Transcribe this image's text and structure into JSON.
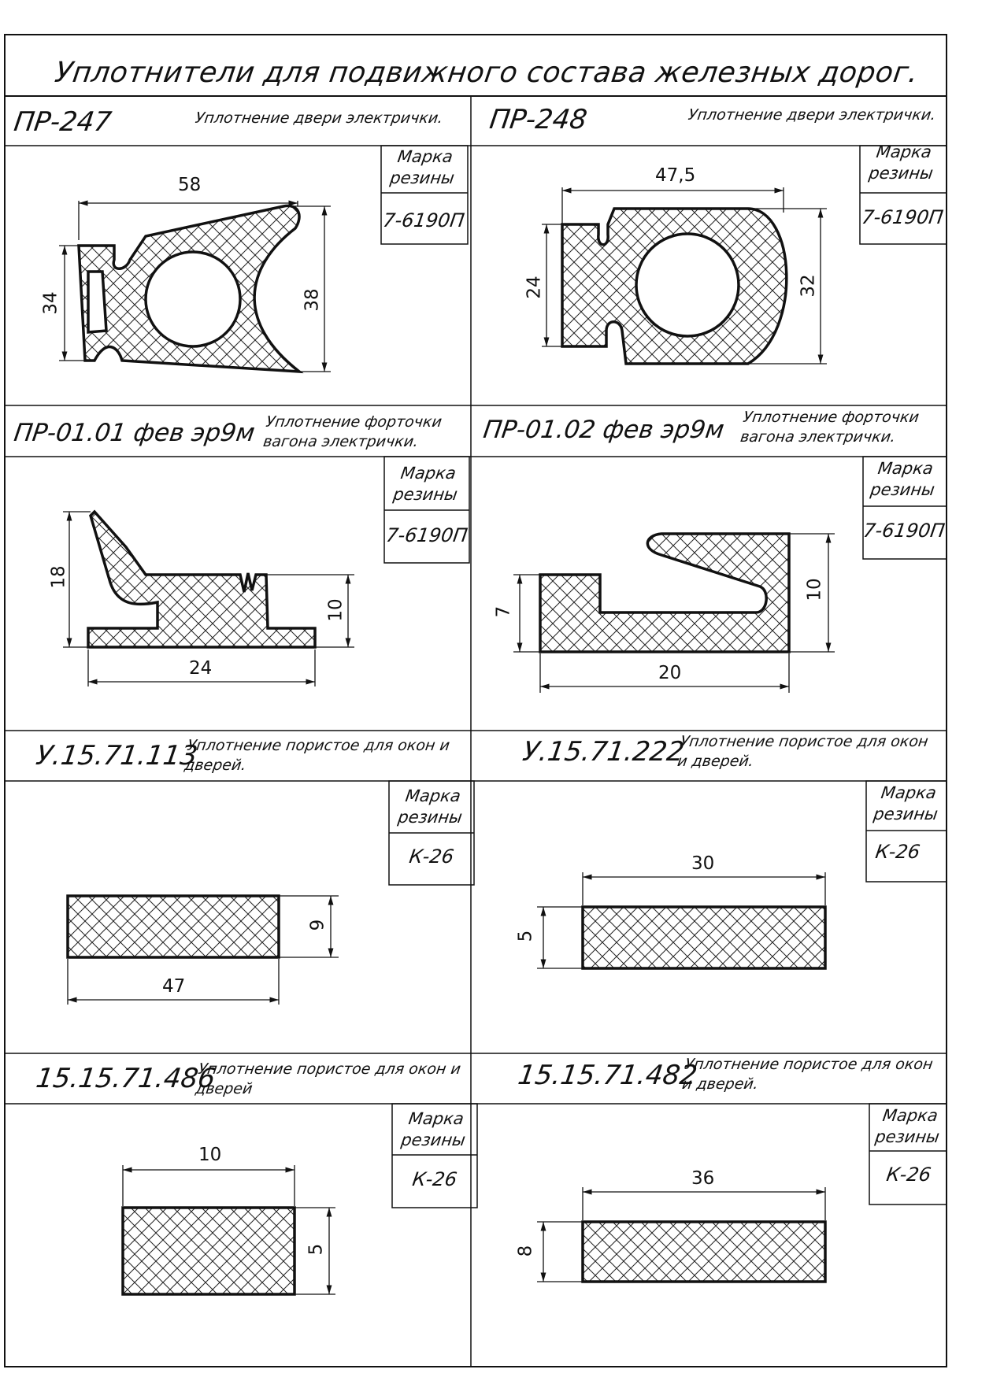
{
  "title": "Уплотнители для подвижного состава железных дорог.",
  "colors": {
    "ink": "#111111",
    "paper": "#ffffff",
    "hatch": "#222222"
  },
  "mark_label": [
    "Марка",
    "резины"
  ],
  "items": [
    {
      "code": "ПР-247",
      "description": "Уплотнение двери электрички.",
      "grade": "7-6190П",
      "dims": [
        "58",
        "34",
        "38"
      ]
    },
    {
      "code": "ПР-248",
      "description": "Уплотнение двери электрички.",
      "grade": "7-6190П",
      "dims": [
        "47,5",
        "24",
        "32"
      ]
    },
    {
      "code": "ПР-01.01 фев эр9м",
      "description": "Уплотнение форточки вагона электрички.",
      "grade": "7-6190П",
      "dims": [
        "18",
        "10",
        "24"
      ]
    },
    {
      "code": "ПР-01.02 фев эр9м",
      "description": "Уплотнение форточки вагона электрички.",
      "grade": "7-6190П",
      "dims": [
        "7",
        "10",
        "20"
      ]
    },
    {
      "code": "У.15.71.113",
      "description": "Уплотнение пористое для окон и дверей.",
      "grade": "К-26",
      "dims": [
        "9",
        "47"
      ]
    },
    {
      "code": "У.15.71.222",
      "description": "Уплотнение пористое для окон и дверей.",
      "grade": "К-26",
      "dims": [
        "30",
        "5"
      ]
    },
    {
      "code": "15.15.71.486",
      "description": "Уплотнение пористое для окон и дверей",
      "grade": "К-26",
      "dims": [
        "10",
        "5"
      ]
    },
    {
      "code": "15.15.71.482",
      "description": "Уплотнение пористое для окон и дверей.",
      "grade": "К-26",
      "dims": [
        "36",
        "8"
      ]
    }
  ]
}
